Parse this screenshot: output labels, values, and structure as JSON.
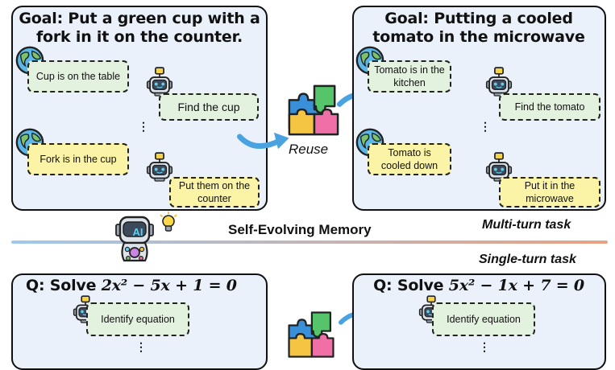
{
  "top_left": {
    "goal": "Goal: Put a green cup with a fork in it on the counter.",
    "notes": [
      "Cup is on the table",
      "Find the cup",
      "Fork is in the cup",
      "Put them on the counter"
    ],
    "dots": "⋮"
  },
  "top_right": {
    "goal": "Goal: Putting a cooled tomato in the microwave",
    "notes": [
      "Tomato is in the kitchen",
      "Find the tomato",
      "Tomato is cooled down",
      "Put it in the microwave"
    ],
    "dots": "⋮"
  },
  "reuse_label": "Reuse",
  "memory_label": "Self-Evolving Memory",
  "multi_turn_label": "Multi-turn task",
  "single_turn_label": "Single-turn task",
  "ai_badge": "AI",
  "bottom_left": {
    "q_prefix": "Q: Solve",
    "equation": "2x² − 5x + 1 = 0",
    "note": "Identify equation",
    "dots": "⋮"
  },
  "bottom_right": {
    "q_prefix": "Q: Solve",
    "equation": "5x² − 1x + 7 = 0",
    "note": "Identify equation",
    "dots": "⋮"
  },
  "colors": {
    "panel": "#eaf1fb",
    "note_green": "#e3f1df",
    "note_yellow": "#fbf4a6",
    "arrow_blue": "#4aa3e0",
    "line_start": "#9fc8ec",
    "line_end": "#e8a182"
  },
  "icons": [
    "globe-icon",
    "robot-icon",
    "puzzle-icon",
    "lightbulb-icon",
    "ai-robot-icon",
    "curved-arrow-icon"
  ]
}
